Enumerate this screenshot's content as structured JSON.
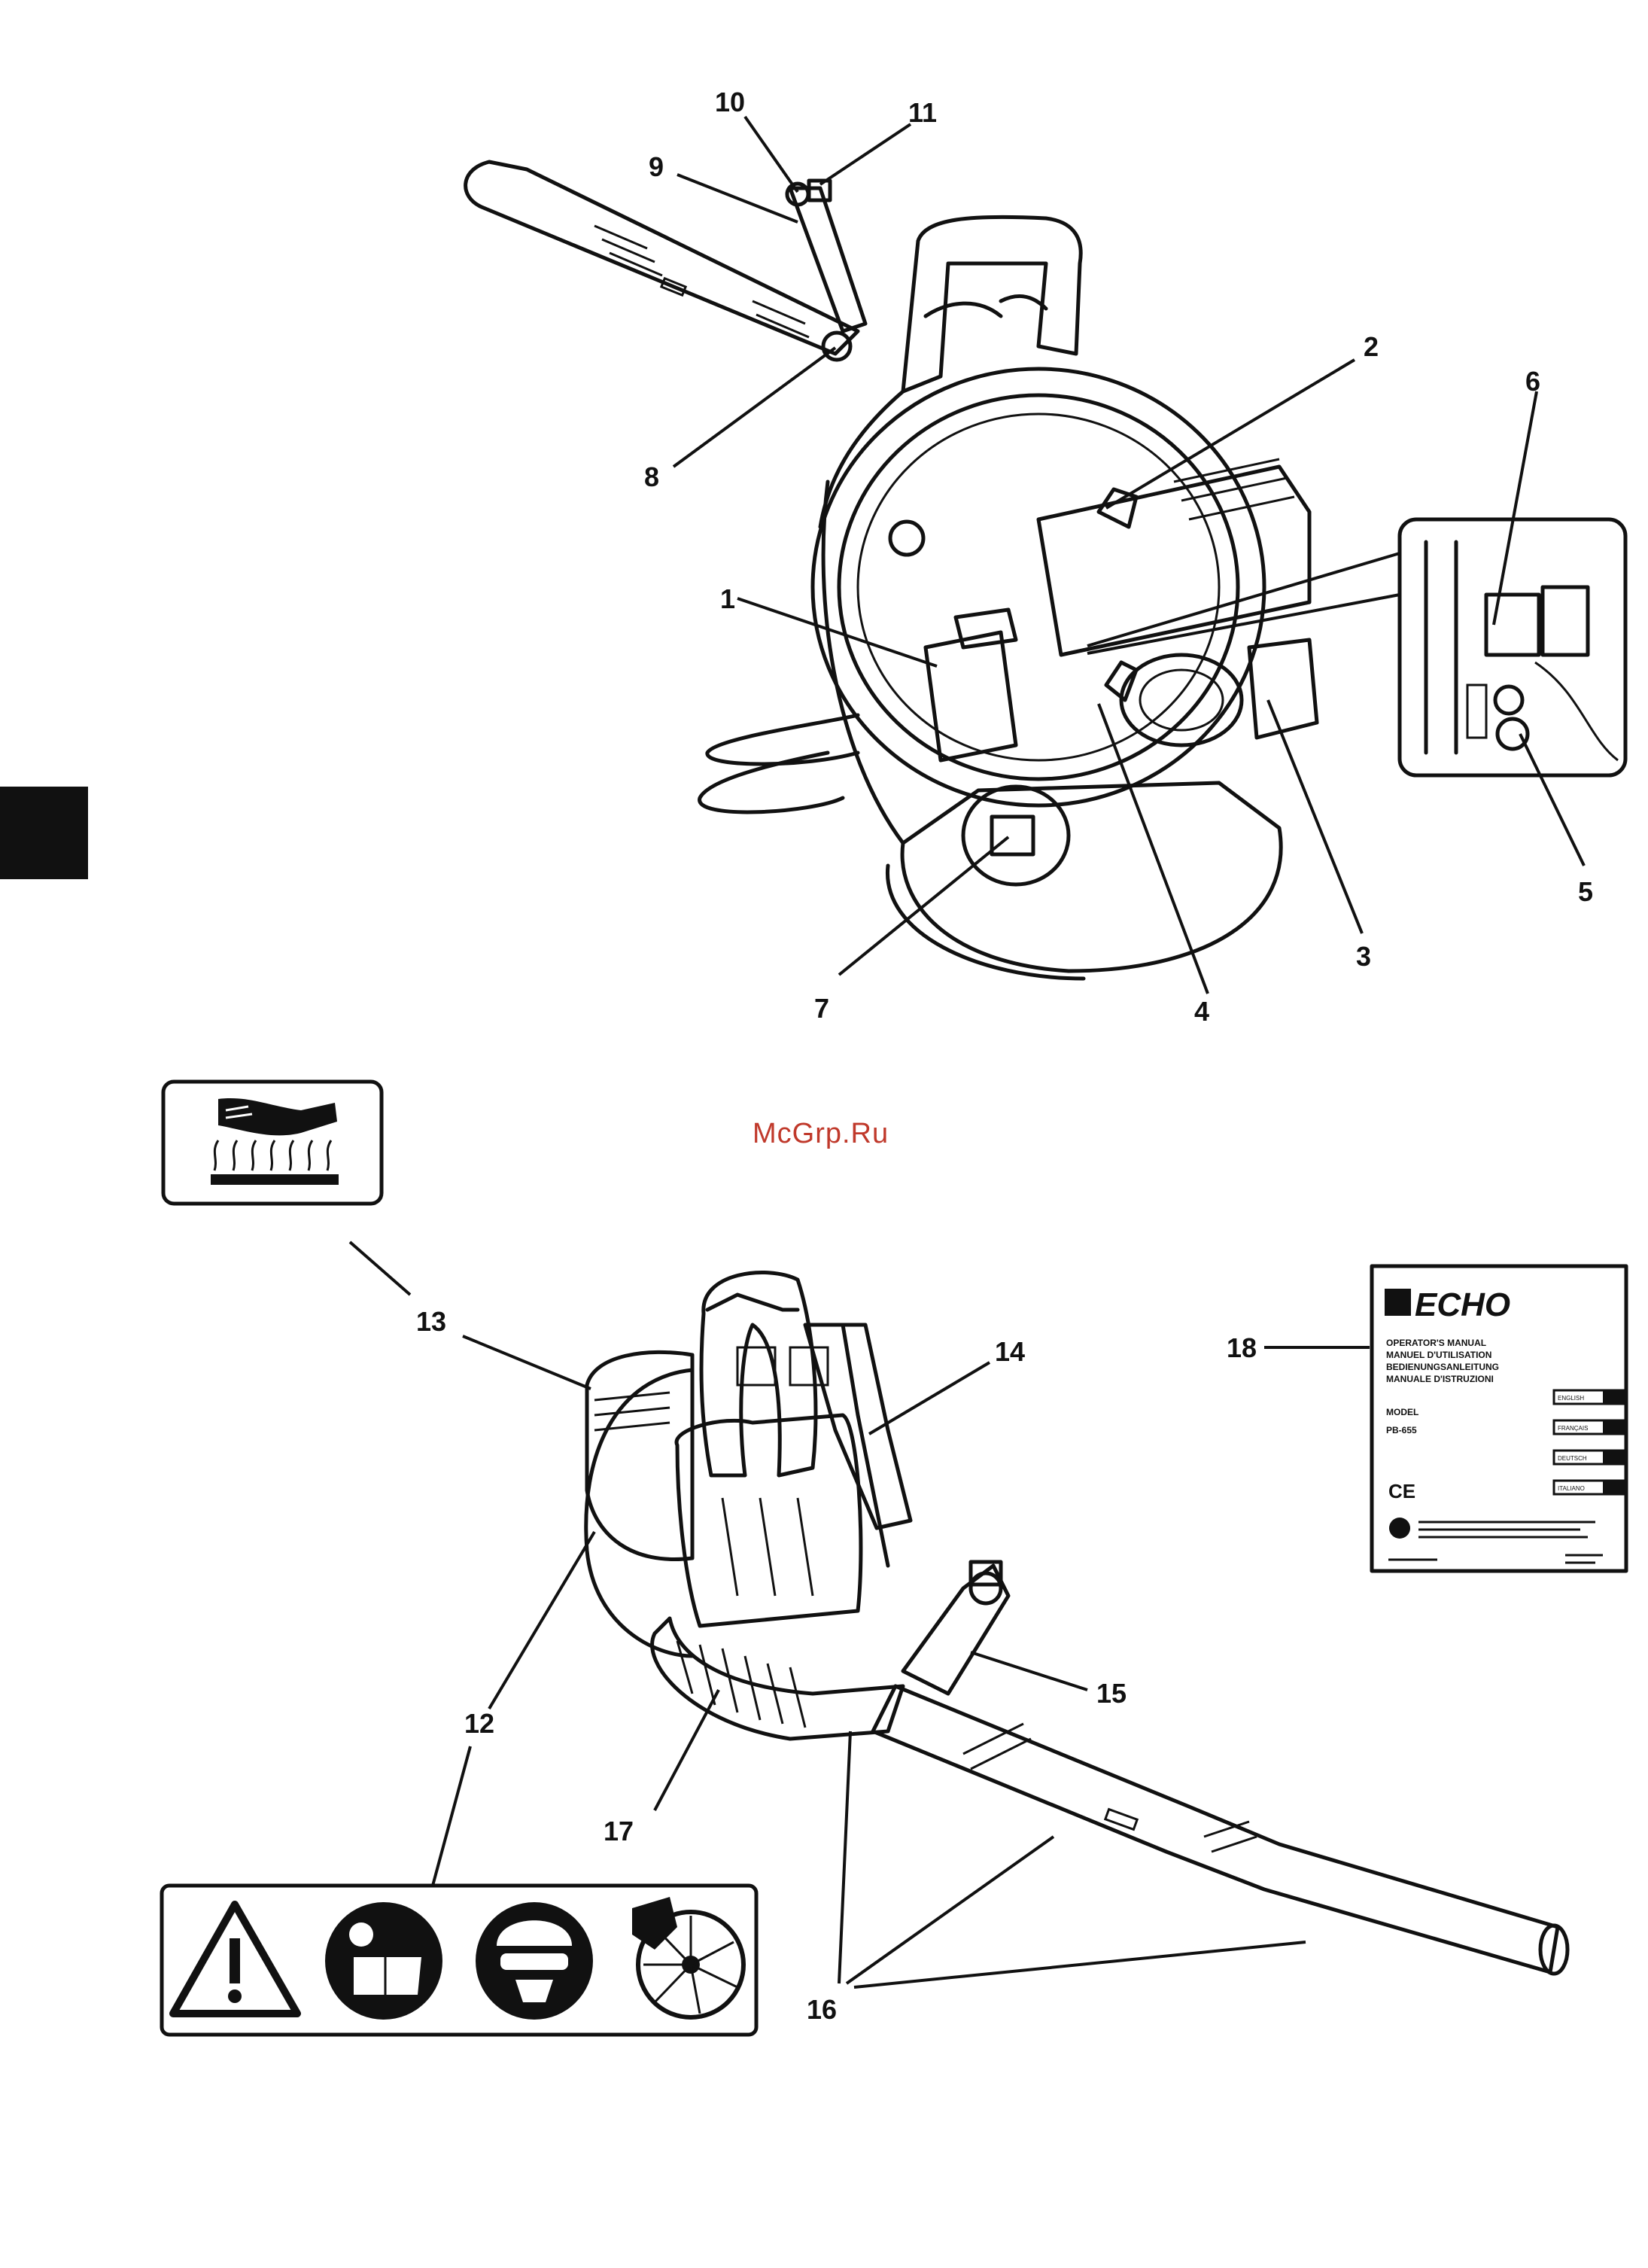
{
  "watermark": "McGrp.Ru",
  "callouts": [
    "1",
    "2",
    "3",
    "4",
    "5",
    "6",
    "7",
    "8",
    "9",
    "10",
    "11",
    "12",
    "13",
    "14",
    "15",
    "16",
    "17",
    "18"
  ],
  "manual_cover": {
    "brand": "ECHO",
    "titles": [
      "OPERATOR'S MANUAL",
      "MANUEL D'UTILISATION",
      "BEDIENUNGSANLEITUNG",
      "MANUALE D'ISTRUZIONI"
    ],
    "model_label": "MODEL",
    "model_value": "PB-655",
    "languages": [
      "ENGLISH",
      "FRANÇAIS",
      "DEUTSCH",
      "ITALIANO"
    ],
    "ce_mark": "CE"
  },
  "icons": {
    "hot_surface": "hot-surface-warning-icon",
    "warning": "warning-triangle-icon",
    "read_manual": "read-manual-icon",
    "protective_gear": "protective-gear-icon",
    "fan_hazard": "rotating-fan-hazard-icon"
  },
  "colors": {
    "ink": "#111111",
    "watermark": "#c0392b",
    "side_tab": "#111111"
  }
}
